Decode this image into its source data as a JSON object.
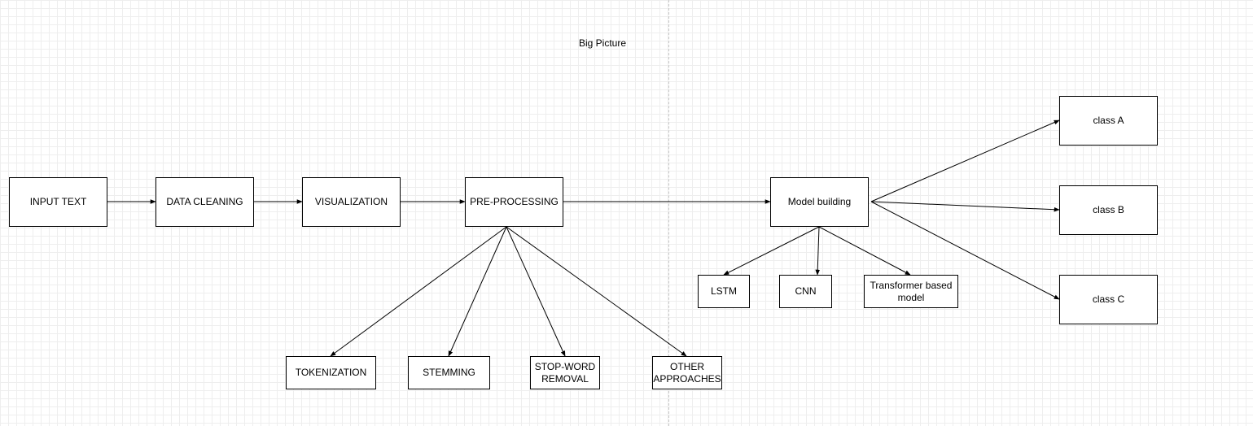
{
  "title": "Big Picture",
  "nodes": {
    "input_text": "INPUT TEXT",
    "data_cleaning": "DATA CLEANING",
    "visualization": "VISUALIZATION",
    "pre_processing": "PRE-PROCESSING",
    "model_building": "Model building",
    "class_a": "class A",
    "class_b": "class B",
    "class_c": "class C",
    "tokenization": "TOKENIZATION",
    "stemming": "STEMMING",
    "stop_word_removal": "STOP-WORD\nREMOVAL",
    "other_approaches": "OTHER\nAPPROACHES",
    "lstm": "LSTM",
    "cnn": "CNN",
    "transformer": "Transformer based\nmodel"
  },
  "colors": {
    "stroke": "#000000",
    "grid": "#eeeeee",
    "divider": "#c8c8c8"
  }
}
